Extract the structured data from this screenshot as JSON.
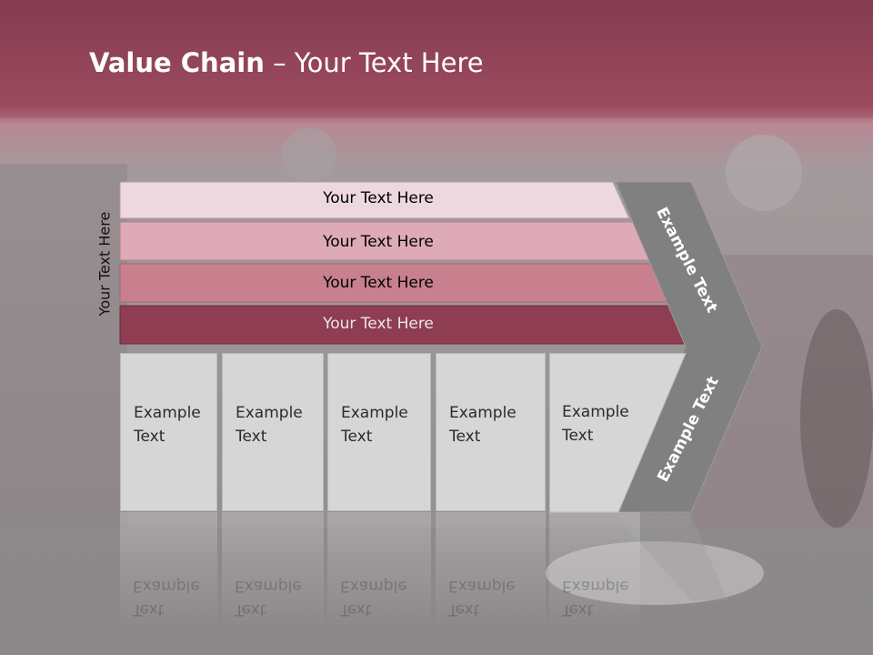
{
  "title": {
    "bold": "Value Chain",
    "rest": " – Your Text Here"
  },
  "vertical_label": "Your Text Here",
  "rows": [
    {
      "label": "Your Text Here",
      "color": "#ecd8de"
    },
    {
      "label": "Your Text Here",
      "color": "#deaab8"
    },
    {
      "label": "Your Text Here",
      "color": "#c8808f"
    },
    {
      "label": "Your Text Here",
      "color": "#8e3d52"
    }
  ],
  "boxes": [
    {
      "line1": "Example",
      "line2": "Text"
    },
    {
      "line1": "Example",
      "line2": "Text"
    },
    {
      "line1": "Example",
      "line2": "Text"
    },
    {
      "line1": "Example",
      "line2": "Text"
    },
    {
      "line1": "Example",
      "line2": "Text"
    }
  ],
  "chevron": {
    "upper_label": "Example Text",
    "lower_label": "Example Text",
    "color": "#808080"
  },
  "colors": {
    "header": "#8f3f55",
    "background": "#8f8a8b"
  }
}
